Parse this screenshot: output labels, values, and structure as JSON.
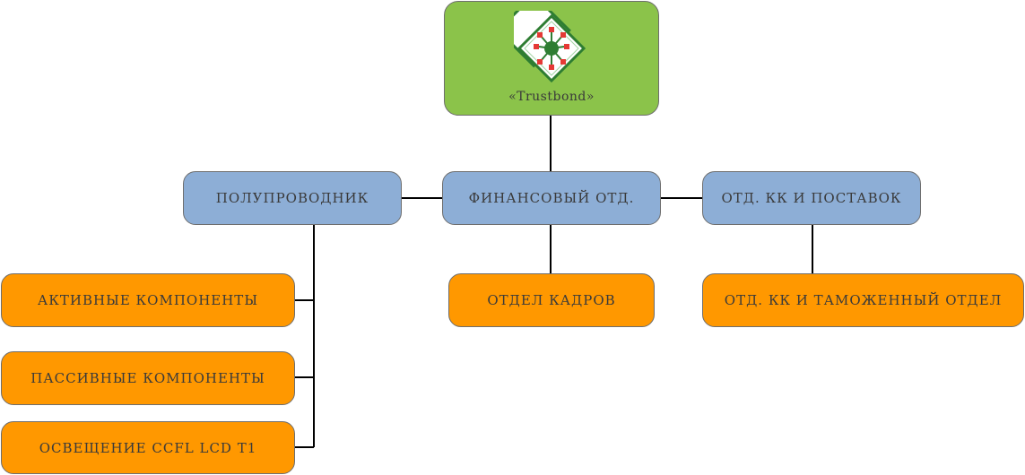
{
  "root": {
    "label": "«Trustbond»",
    "icon": "chip-logo-icon"
  },
  "departments": [
    {
      "id": "semiconductor",
      "label": "ПОЛУПРОВОДНИК"
    },
    {
      "id": "finance",
      "label": "ФИНАНСОВЫЙ ОТД."
    },
    {
      "id": "qc_supply",
      "label": "ОТД. КК И ПОСТАВОК"
    }
  ],
  "subunits": [
    {
      "parent": "semiconductor",
      "label": "АКТИВНЫЕ КОМПОНЕНТЫ"
    },
    {
      "parent": "semiconductor",
      "label": "ПАССИВНЫЕ КОМПОНЕНТЫ"
    },
    {
      "parent": "semiconductor",
      "label": "ОСВЕЩЕНИЕ CCFL LCD T1"
    },
    {
      "parent": "finance",
      "label": "ОТДЕЛ КАДРОВ"
    },
    {
      "parent": "qc_supply",
      "label": "ОТД. КК И ТАМОЖЕННЫЙ ОТДЕЛ"
    }
  ],
  "colors": {
    "root": "#8bc34a",
    "department": "#8daed6",
    "subunit": "#ff9800",
    "connector": "#000000"
  }
}
